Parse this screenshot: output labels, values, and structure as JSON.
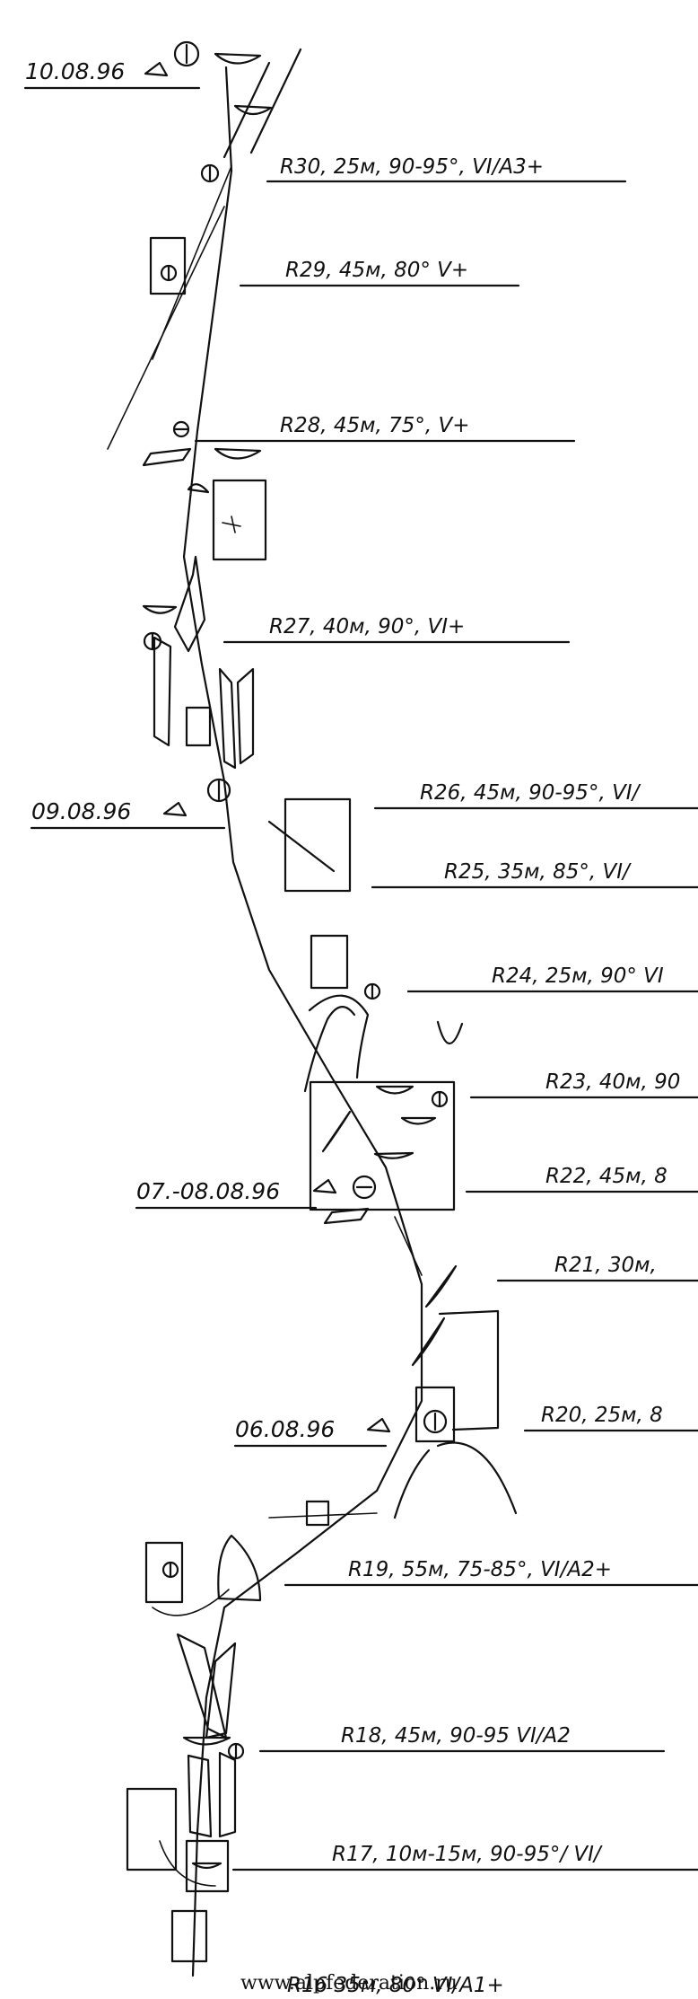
{
  "pitches": [
    {
      "id": "r30",
      "text": "R30, 25м, 90-95°, VI/A3+"
    },
    {
      "id": "r29",
      "text": "R29, 45м, 80° V+"
    },
    {
      "id": "r28",
      "text": "R28, 45м, 75°, V+"
    },
    {
      "id": "r27",
      "text": "R27, 40м, 90°, VI+"
    },
    {
      "id": "r26",
      "text": "R26, 45м, 90-95°, VI/"
    },
    {
      "id": "r25",
      "text": "R25, 35м, 85°, VI/"
    },
    {
      "id": "r24",
      "text": "R24, 25м, 90° VI"
    },
    {
      "id": "r23",
      "text": "R23, 40м, 90"
    },
    {
      "id": "r22",
      "text": "R22, 45м, 8"
    },
    {
      "id": "r21",
      "text": "R21, 30м,"
    },
    {
      "id": "r20",
      "text": "R20, 25м, 8"
    },
    {
      "id": "r19",
      "text": "R19, 55м, 75-85°, VI/A2+"
    },
    {
      "id": "r18",
      "text": "R18, 45м, 90-95 VI/A2"
    },
    {
      "id": "r17",
      "text": "R17, 10м-15м, 90-95°/ VI/"
    },
    {
      "id": "r16",
      "text": "R16 35м, 80° VI/A1+"
    }
  ],
  "bivouacs": [
    {
      "id": "b1",
      "date": "10.08.96"
    },
    {
      "id": "b2",
      "date": "09.08.96"
    },
    {
      "id": "b3",
      "date": "07.-08.08.96"
    },
    {
      "id": "b4",
      "date": "06.08.96"
    }
  ],
  "footer": {
    "site": "www.alpfederation.ru"
  }
}
